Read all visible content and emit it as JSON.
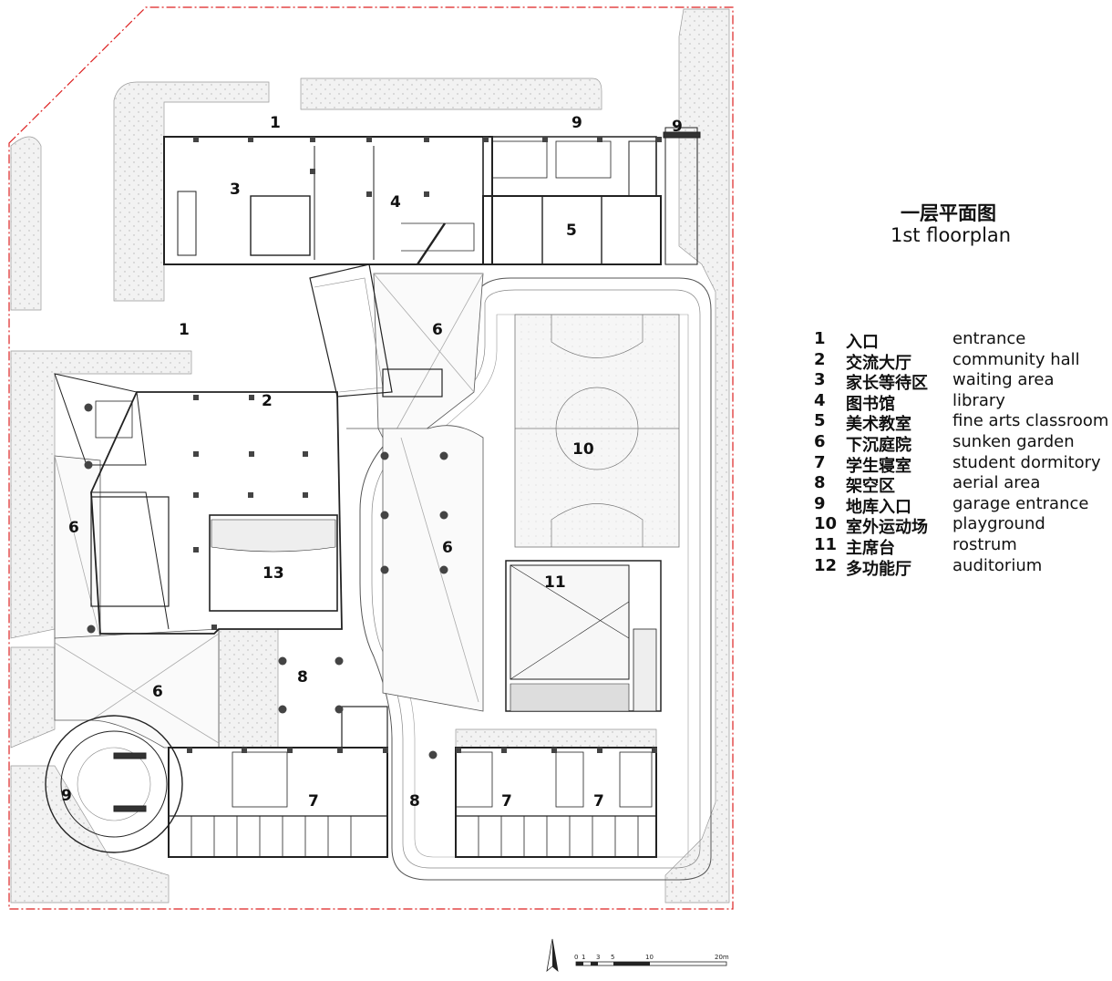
{
  "title": {
    "cn": "一层平面图",
    "en": "1st floorplan"
  },
  "legend": [
    {
      "num": "1",
      "cn": "入口",
      "en": "entrance"
    },
    {
      "num": "2",
      "cn": "交流大厅",
      "en": "community hall"
    },
    {
      "num": "3",
      "cn": "家长等待区",
      "en": "waiting area"
    },
    {
      "num": "4",
      "cn": "图书馆",
      "en": "library"
    },
    {
      "num": "5",
      "cn": "美术教室",
      "en": "fine arts classroom"
    },
    {
      "num": "6",
      "cn": "下沉庭院",
      "en": "sunken garden"
    },
    {
      "num": "7",
      "cn": "学生寝室",
      "en": "student dormitory"
    },
    {
      "num": "8",
      "cn": "架空区",
      "en": "aerial area"
    },
    {
      "num": "9",
      "cn": "地库入口",
      "en": "garage entrance"
    },
    {
      "num": "10",
      "cn": "室外运动场",
      "en": "playground"
    },
    {
      "num": "11",
      "cn": "主席台",
      "en": "rostrum"
    },
    {
      "num": "12",
      "cn": "多功能厅",
      "en": "auditorium"
    }
  ],
  "plan_labels": {
    "entrance_top": "1",
    "entrance_left": "1",
    "hall": "2",
    "waiting": "3",
    "library": "4",
    "art_room": "5",
    "garden_mid": "6",
    "garden_right": "6",
    "garden_left": "6",
    "garden_bottom": "6",
    "dorm_left": "7",
    "dorm_mid": "7",
    "dorm_right": "7",
    "aerial_center": "8",
    "aerial_bottom": "8",
    "garage_top": "9",
    "garage_topright": "9",
    "garage_left": "9",
    "playground": "10",
    "rostrum": "11",
    "auditorium": "13"
  },
  "scale_bar": {
    "ticks": [
      "0",
      "1",
      "3",
      "5",
      "10",
      "20m"
    ]
  }
}
